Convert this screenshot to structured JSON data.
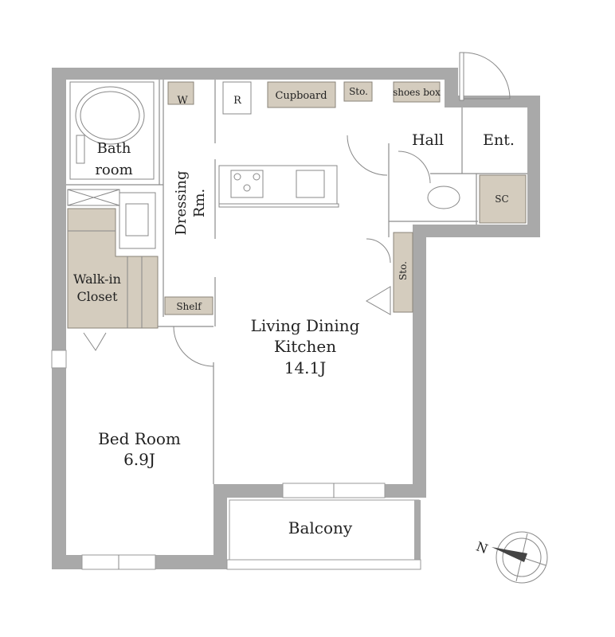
{
  "rooms": {
    "bath_line1": "Bath",
    "bath_line2": "room",
    "washer": "W",
    "fridge": "R",
    "cupboard": "Cupboard",
    "storage_top": "Sto.",
    "shoes_box": "shoes box",
    "hall": "Hall",
    "entrance": "Ent.",
    "shoe_closet": "SC",
    "dressing_line1": "Dressing",
    "dressing_line2": "Rm.",
    "walkin_line1": "Walk-in",
    "walkin_line2": "Closet",
    "shelf": "Shelf",
    "storage_side": "Sto.",
    "ldk_line1": "Living Dining",
    "ldk_line2": "Kitchen",
    "ldk_size": "14.1J",
    "bed_line1": "Bed Room",
    "bed_size": "6.9J",
    "balcony": "Balcony"
  },
  "compass": {
    "label": "N"
  },
  "colors": {
    "wall": "#a9a9a9",
    "storage": "#d4ccbe"
  }
}
